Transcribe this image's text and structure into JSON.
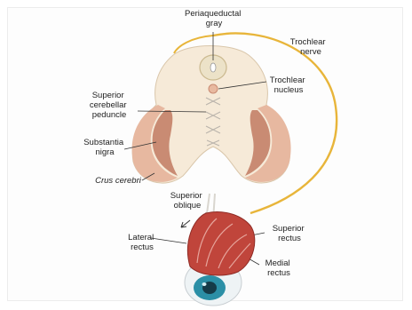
{
  "labels": {
    "periaqueductal": [
      "Periaqueductal",
      "gray"
    ],
    "trochlear_nerve": [
      "Trochlear",
      "nerve"
    ],
    "trochlear_nucleus": [
      "Trochlear",
      "nucleus"
    ],
    "superior_cerebellar": [
      "Superior",
      "cerebellar",
      "peduncle"
    ],
    "substantia_nigra": [
      "Substantia",
      "nigra"
    ],
    "crus_cerebri": [
      "Crus cerebri"
    ],
    "superior_oblique": [
      "Superior",
      "oblique"
    ],
    "superior_rectus": [
      "Superior",
      "rectus"
    ],
    "lateral_rectus": [
      "Lateral",
      "rectus"
    ],
    "medial_rectus": [
      "Medial",
      "rectus"
    ]
  },
  "colors": {
    "nerve": "#e8b53a",
    "midbrain": "#f6ead8",
    "crus": "#e7b8a0",
    "nigra": "#c98b73",
    "muscle": "#c0453b",
    "iris": "#2b8fa6"
  }
}
